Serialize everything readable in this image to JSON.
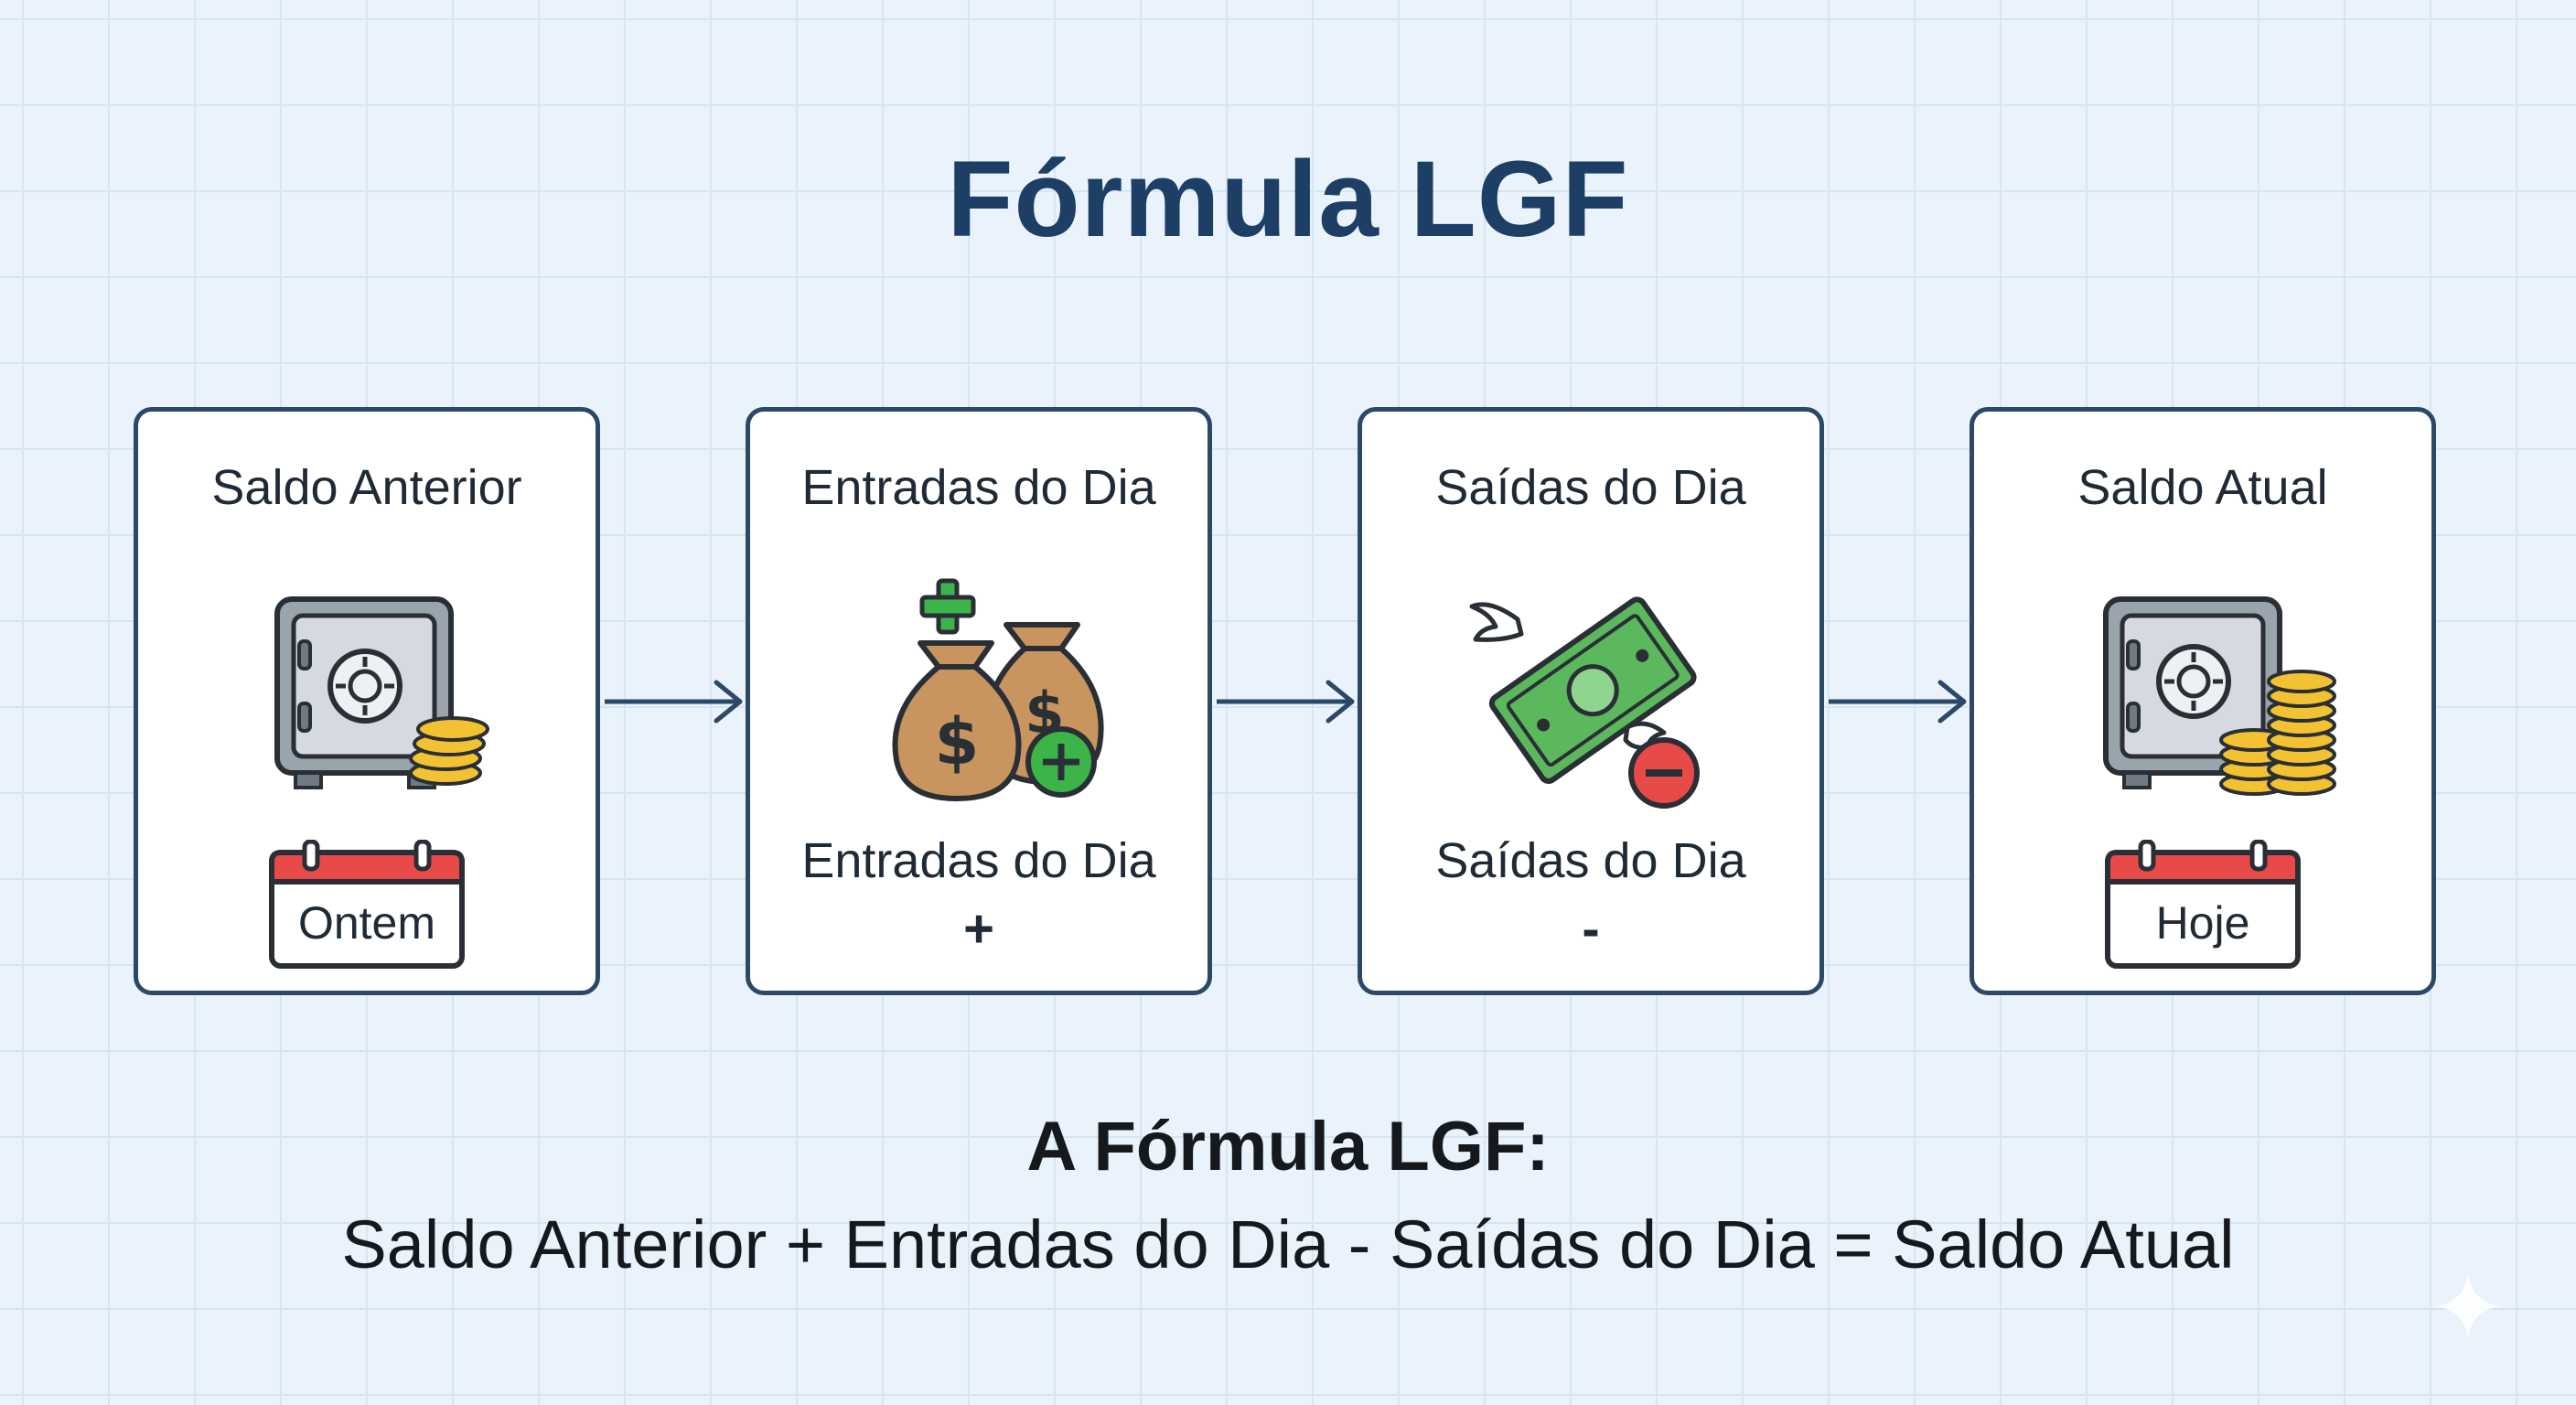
{
  "title": "Fórmula LGF",
  "cards": [
    {
      "title": "Saldo Anterior",
      "icon": "safe-with-coins-icon",
      "calendar_label": "Ontem"
    },
    {
      "title": "Entradas do Dia",
      "icon": "money-bags-plus-icon",
      "subtitle": "Entradas do Dia",
      "operator": "+"
    },
    {
      "title": "Saídas do Dia",
      "icon": "flying-money-minus-icon",
      "subtitle": "Saídas do Dia",
      "operator": "-"
    },
    {
      "title": "Saldo Atual",
      "icon": "safe-with-coin-stacks-icon",
      "calendar_label": "Hoje"
    }
  ],
  "formula_heading": "A Fórmula LGF:",
  "formula_text": "Saldo Anterior + Entradas do Dia - Saídas do Dia = Saldo Atual",
  "colors": {
    "title": "#1d3f66",
    "card_border": "#2c4867",
    "arrow": "#2c4867",
    "plus_green": "#3bb54a",
    "minus_red": "#e84a4a",
    "calendar_red": "#e84a4a",
    "coin_gold": "#f2c232",
    "money_green": "#5cb85c",
    "bag_brown": "#c8955f",
    "safe_gray": "#9aa4ad"
  }
}
